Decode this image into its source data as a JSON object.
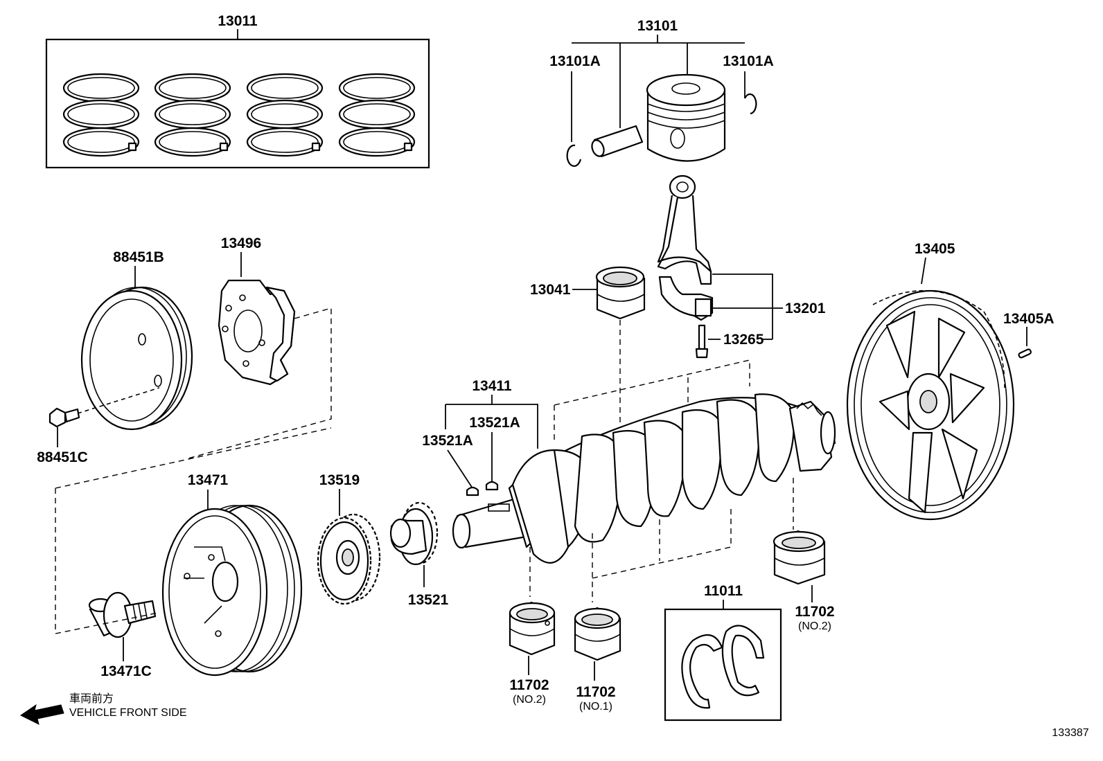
{
  "labels": {
    "p13011": "13011",
    "p13101": "13101",
    "p13101A_left": "13101A",
    "p13101A_right": "13101A",
    "p88451B": "88451B",
    "p13496": "13496",
    "p88451C": "88451C",
    "p13041": "13041",
    "p13201": "13201",
    "p13265": "13265",
    "p13405": "13405",
    "p13405A": "13405A",
    "p13411": "13411",
    "p13521A_upper": "13521A",
    "p13521A_lower": "13521A",
    "p13471": "13471",
    "p13519": "13519",
    "p13521": "13521",
    "p13471C": "13471C",
    "p11011": "11011",
    "p11702_a": "11702",
    "p11702_a_sub": "(NO.2)",
    "p11702_b": "11702",
    "p11702_b_sub": "(NO.1)",
    "p11702_c": "11702",
    "p11702_c_sub": "(NO.2)"
  },
  "legend": {
    "japanese": "車両前方",
    "english": "VEHICLE FRONT SIDE",
    "icon": "arrow-left-icon"
  },
  "diagram_id": "133387"
}
